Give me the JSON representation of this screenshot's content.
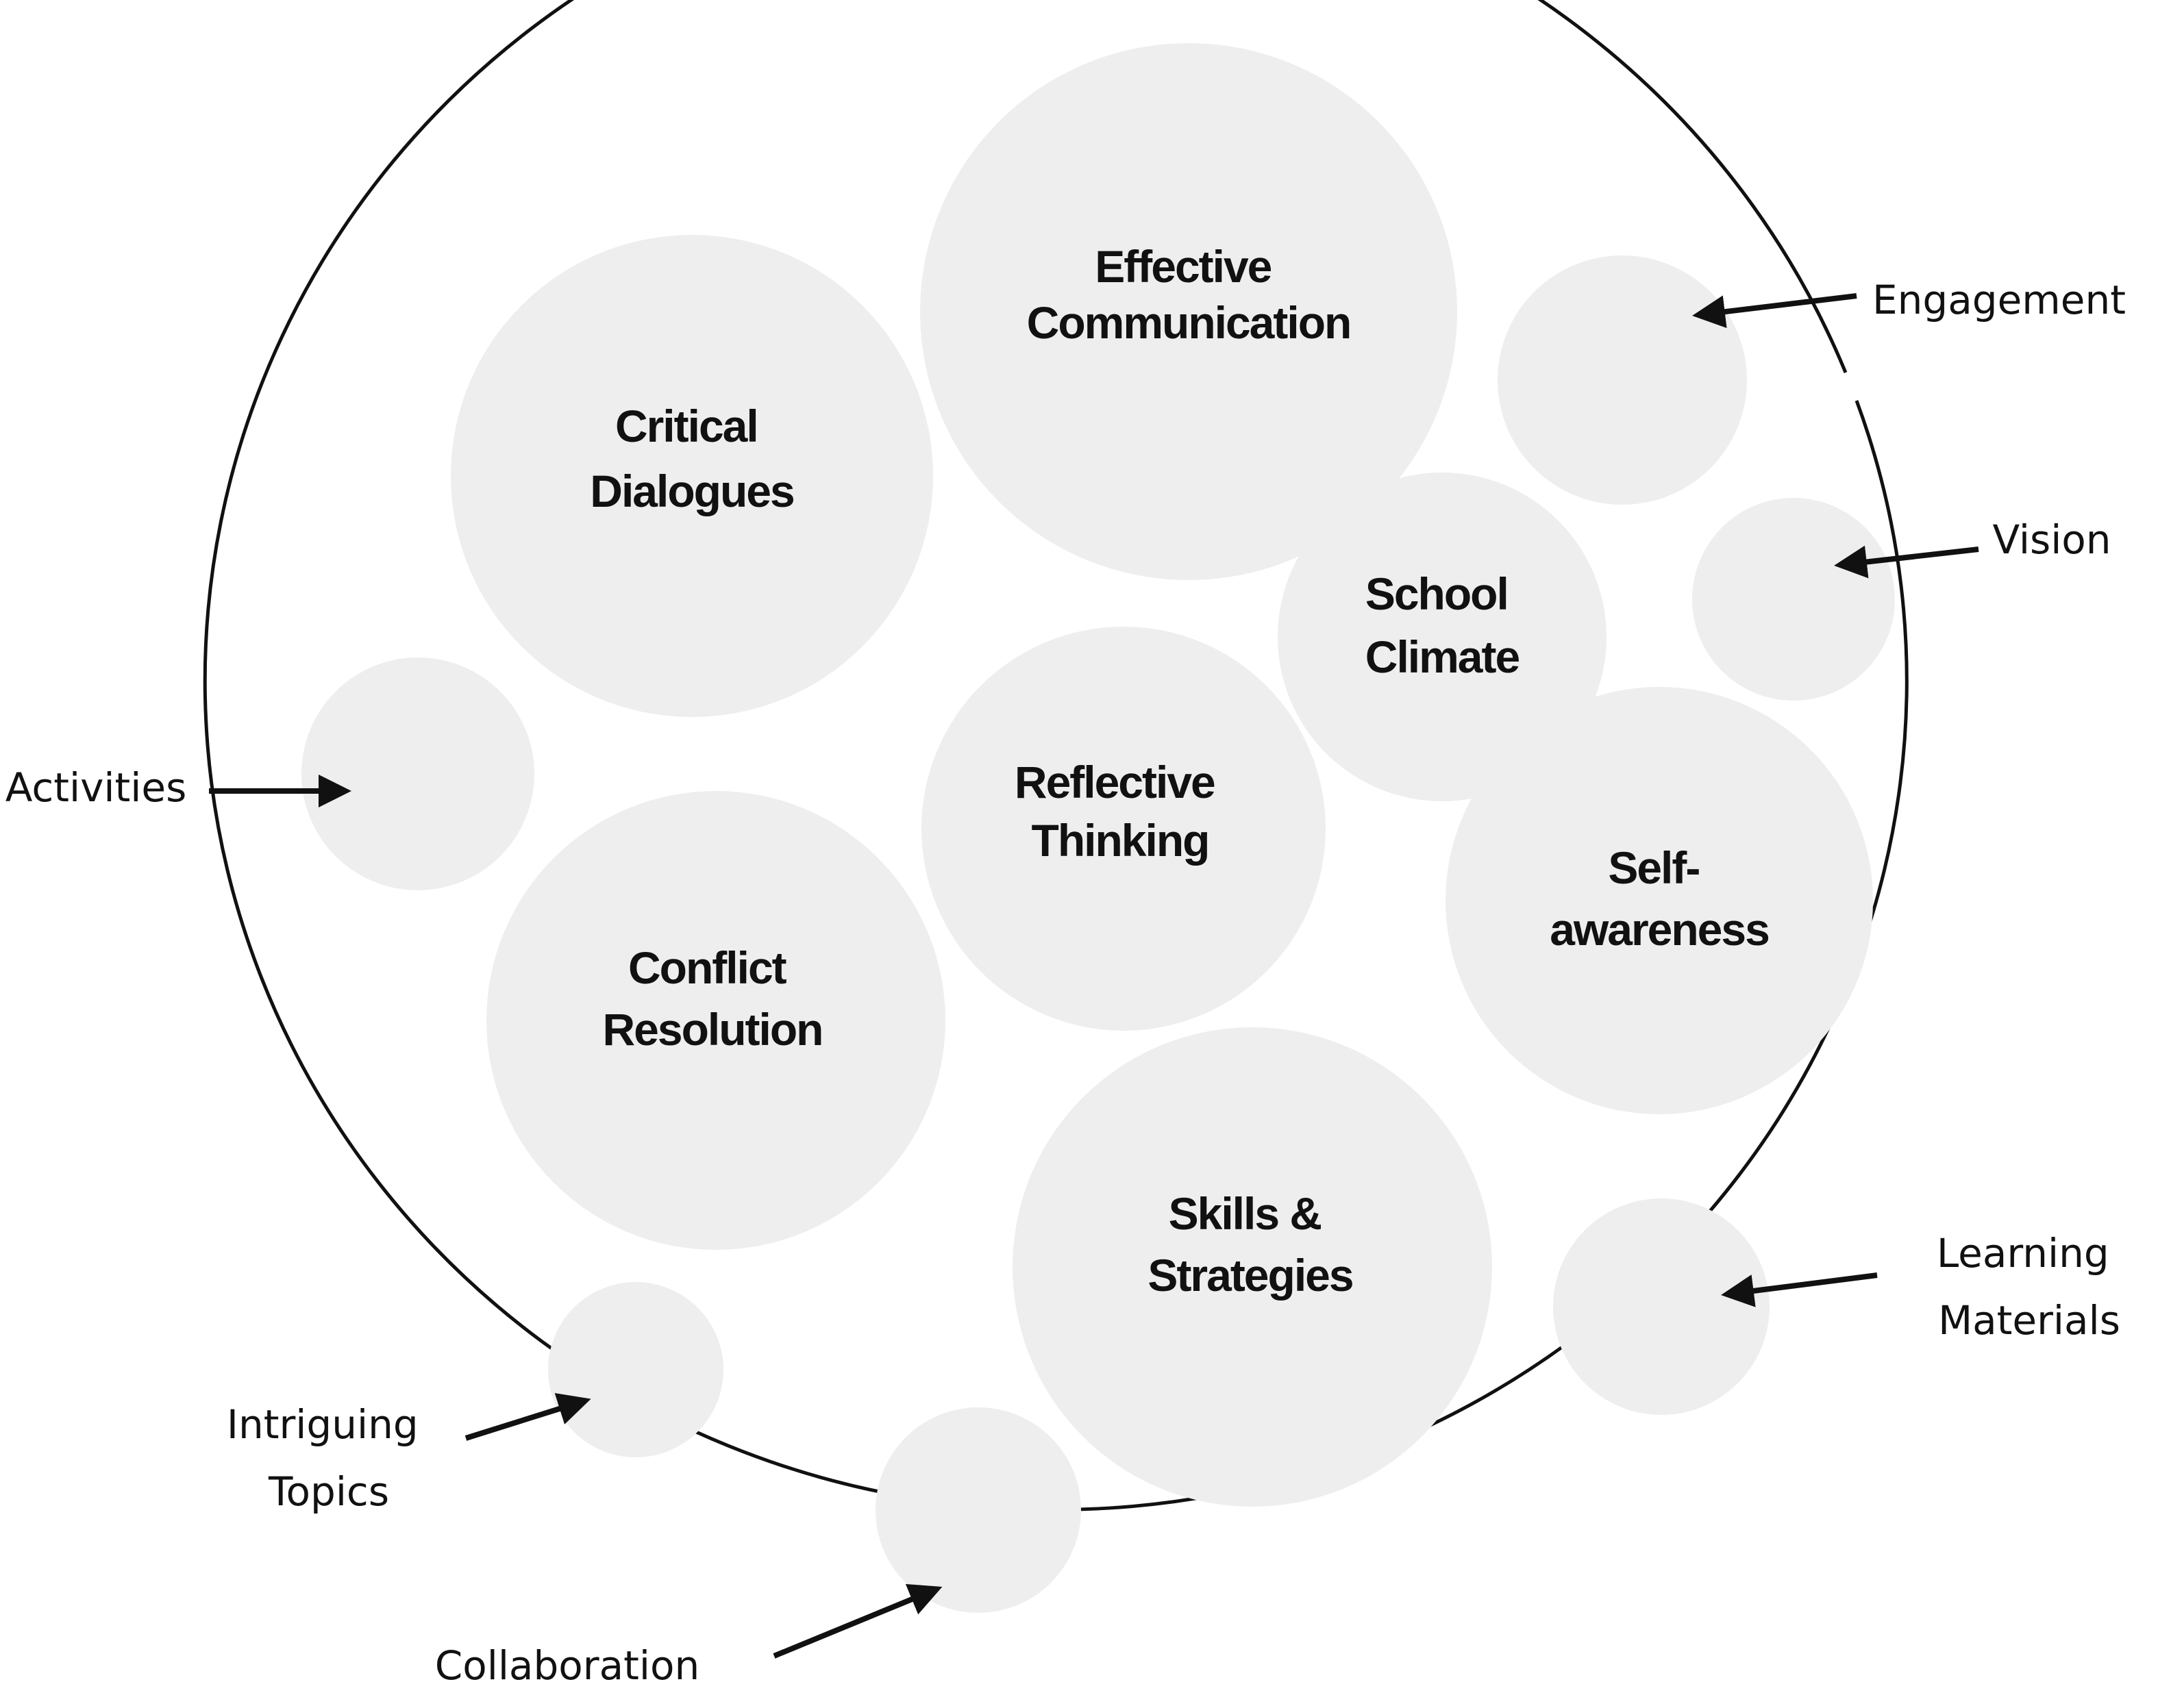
{
  "concepts": {
    "effective_communication": [
      "Effective",
      "Communication"
    ],
    "critical_dialogues": [
      "Critical",
      "Dialogues"
    ],
    "school_climate": [
      "School",
      "Climate"
    ],
    "reflective_thinking": [
      "Reflective",
      "Thinking"
    ],
    "self_awareness": [
      "Self-",
      "awareness"
    ],
    "conflict_resolution": [
      "Conflict",
      "Resolution"
    ],
    "skills_strategies": [
      "Skills &",
      "Strategies"
    ]
  },
  "elements": {
    "engagement": [
      "Engagement"
    ],
    "vision": [
      "Vision"
    ],
    "activities": [
      "Activities"
    ],
    "learning_materials": [
      "Learning",
      "Materials"
    ],
    "intriguing_topics": [
      "Intriguing",
      "Topics"
    ],
    "collaboration": [
      "Collaboration"
    ]
  },
  "colors": {
    "bubble_fill": "#eeeeee",
    "outline": "#111111",
    "background": "#ffffff"
  }
}
